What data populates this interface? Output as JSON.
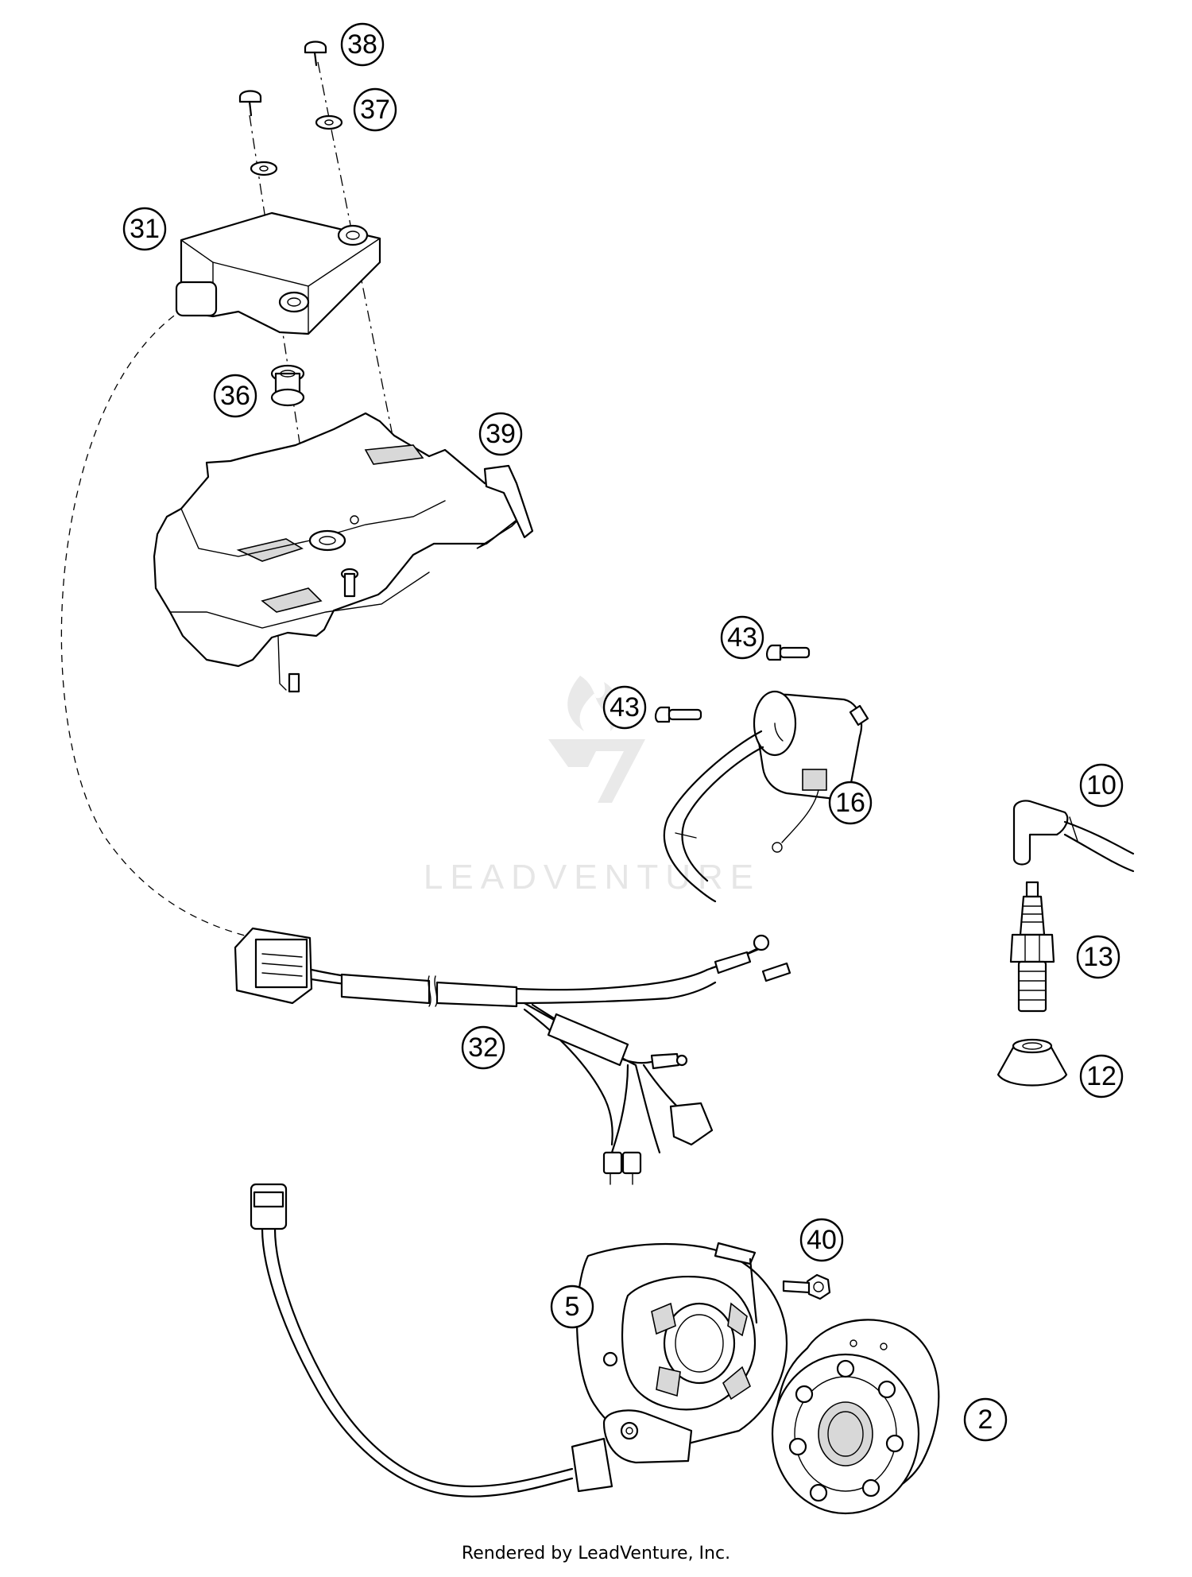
{
  "callouts": [
    {
      "id": "c38",
      "label": "38"
    },
    {
      "id": "c37",
      "label": "37"
    },
    {
      "id": "c31",
      "label": "31"
    },
    {
      "id": "c36",
      "label": "36"
    },
    {
      "id": "c39",
      "label": "39"
    },
    {
      "id": "c43a",
      "label": "43"
    },
    {
      "id": "c43b",
      "label": "43"
    },
    {
      "id": "c16",
      "label": "16"
    },
    {
      "id": "c10",
      "label": "10"
    },
    {
      "id": "c13",
      "label": "13"
    },
    {
      "id": "c12",
      "label": "12"
    },
    {
      "id": "c32",
      "label": "32"
    },
    {
      "id": "c40",
      "label": "40"
    },
    {
      "id": "c5",
      "label": "5"
    },
    {
      "id": "c2",
      "label": "2"
    }
  ],
  "watermark": {
    "text": "LEADVENTURE"
  },
  "footer": {
    "credit": "Rendered by LeadVenture, Inc."
  }
}
